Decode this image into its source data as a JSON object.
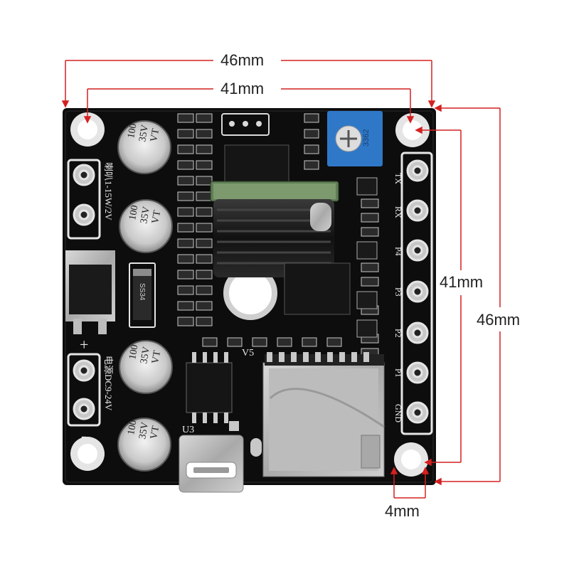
{
  "dimensions": {
    "outer_width": "46mm",
    "hole_width": "41mm",
    "hole_height": "41mm",
    "outer_height": "46mm",
    "hole_offset": "4mm"
  },
  "board": {
    "pin_labels": [
      "TX",
      "RX",
      "P4",
      "P3",
      "P2",
      "P1",
      "GND"
    ],
    "version": "V5",
    "chip_label": "U3",
    "power_plus": "+",
    "power_minus": "-",
    "speaker_label": "喇叭1-15W/2V",
    "supply_label": "电源DC9-24V",
    "capacitor_text": [
      "100",
      "35V",
      "VT"
    ],
    "pot_code": "3362",
    "regulator_text": "SS34",
    "colors": {
      "pcb": "#0d0d0d",
      "silkscreen": "#e8e8e8",
      "dimension_line": "#d42020",
      "potentiometer": "#2f78c8"
    }
  }
}
